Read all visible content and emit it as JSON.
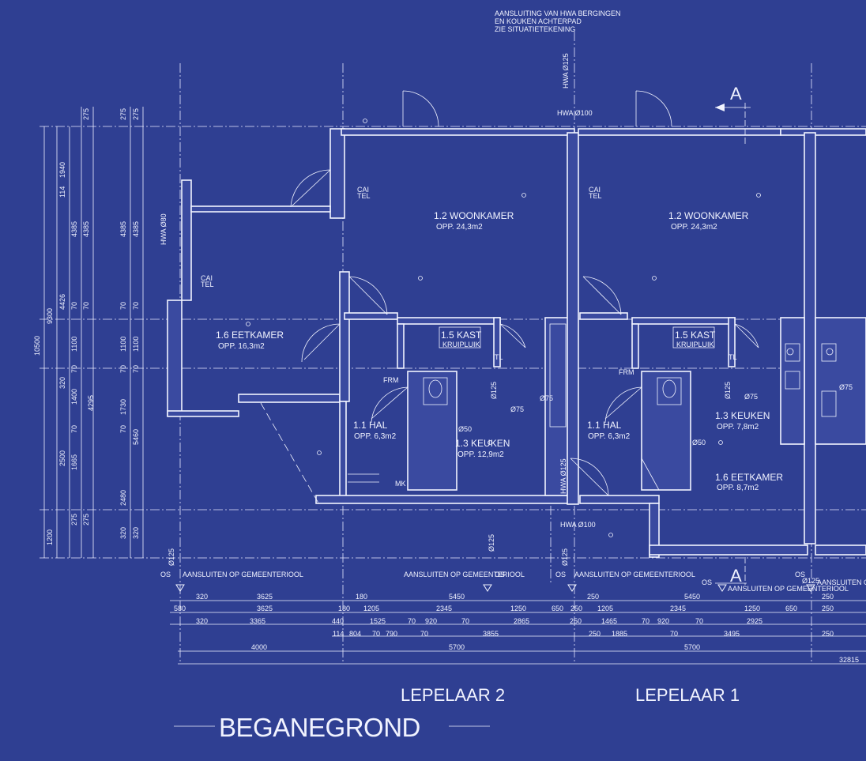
{
  "colors": {
    "background": "#2f3f92",
    "lines": "#f1f3ff"
  },
  "title": "BEGANEGROND",
  "units": [
    {
      "name": "LEPELAAR 2"
    },
    {
      "name": "LEPELAAR 1"
    }
  ],
  "notes": {
    "top_connection": [
      "AANSLUITING VAN HWA BERGINGEN",
      "EN KOUKEN ACHTERPAD",
      "ZIE SITUATIETEKENING"
    ],
    "hwa_top": "HWA Ø125",
    "hwa_100": "HWA Ø100",
    "hwa_80": "HWA Ø80",
    "hwa_bottom_100": "HWA Ø100",
    "hwa_vertical_mid": "HWA Ø125",
    "section_marker": "A",
    "sewer": "AANSLUITEN OP GEMEENTERIOOL",
    "os": "OS",
    "d125": "Ø125",
    "d75": "Ø75",
    "d50": "Ø50",
    "cai": "CAI",
    "tel": "TEL",
    "tl": "TL",
    "mk": "MK",
    "frm": "FRM"
  },
  "rooms_left": [
    {
      "name": "1.2 WOONKAMER",
      "area": "OPP. 24,3m2"
    },
    {
      "name": "1.6 EETKAMER",
      "area": "OPP. 16,3m2"
    },
    {
      "name": "1.5 KAST",
      "area": "KRUIPLUIK"
    },
    {
      "name": "1.1 HAL",
      "area": "OPP. 6,3m2"
    },
    {
      "name": "1.3 KEUKEN",
      "area": "OPP. 12,9m2"
    }
  ],
  "rooms_right": [
    {
      "name": "1.2 WOONKAMER",
      "area": "OPP. 24,3m2"
    },
    {
      "name": "1.5 KAST",
      "area": "KRUIPLUIK"
    },
    {
      "name": "1.1 HAL",
      "area": "OPP. 6,3m2"
    },
    {
      "name": "1.3 KEUKEN",
      "area": "OPP. 7,8m2"
    },
    {
      "name": "1.6 EETKAMER",
      "area": "OPP. 8,7m2"
    }
  ],
  "dims_left_col1": [
    "10500"
  ],
  "dims_left_col2": [
    "9300",
    "1200"
  ],
  "dims_left_col3": [
    "1940",
    "4426",
    "320",
    "2500"
  ],
  "dims_left_col4": [
    "114",
    "4385",
    "70",
    "1100",
    "70",
    "1400",
    "70",
    "1665",
    "275"
  ],
  "dims_left_col5": [
    "275",
    "4385",
    "70",
    "1100",
    "70",
    "1730",
    "70",
    "2480",
    "320"
  ],
  "dims_left_col6": [
    "275",
    "4385",
    "70",
    "1100",
    "70",
    "5460",
    "320"
  ],
  "dims_left_col7": [
    "4295"
  ],
  "dims_row1": [
    "320",
    "3625",
    "180",
    "5450",
    "250",
    "5450",
    "250"
  ],
  "dims_row2": [
    "580",
    "3625",
    "180",
    "1205",
    "2345",
    "1250",
    "650",
    "250",
    "1205",
    "2345",
    "1250",
    "650",
    "250"
  ],
  "dims_row3": [
    "320",
    "3365",
    "440",
    "1525",
    "70",
    "920",
    "70",
    "2865",
    "250",
    "1465",
    "70",
    "920",
    "70",
    "2925"
  ],
  "dims_row4": [
    "114",
    "804",
    "70",
    "790",
    "70",
    "3855",
    "250",
    "1885",
    "70",
    "3495",
    "250"
  ],
  "dims_row5": [
    "4000",
    "5700",
    "5700"
  ],
  "dims_row6": [
    "32815"
  ]
}
